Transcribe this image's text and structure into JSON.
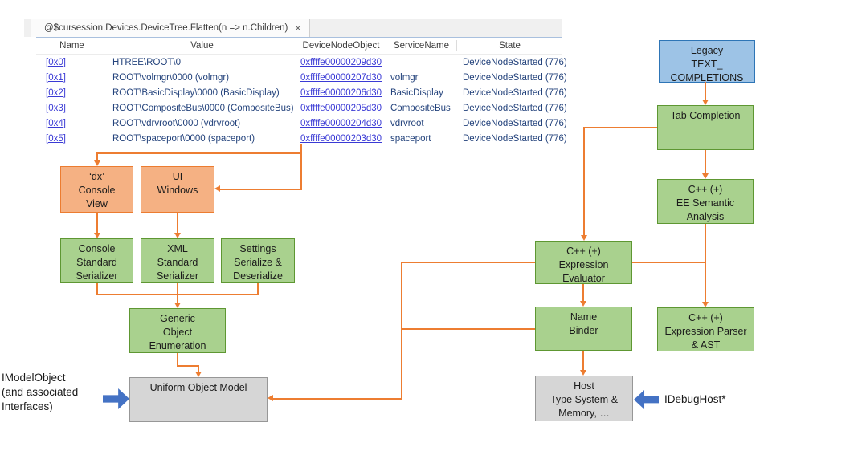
{
  "tab": {
    "title": "@$cursession.Devices.DeviceTree.Flatten(n => n.Children)",
    "close": "×"
  },
  "table": {
    "columns": [
      "Name",
      "Value",
      "DeviceNodeObject",
      "ServiceName",
      "State"
    ],
    "rows": [
      {
        "name": "[0x0]",
        "value": "HTREE\\ROOT\\0",
        "object": "0xffffe00000209d30",
        "service": "",
        "state": "DeviceNodeStarted (776)"
      },
      {
        "name": "[0x1]",
        "value": "ROOT\\volmgr\\0000 (volmgr)",
        "object": "0xffffe00000207d30",
        "service": "volmgr",
        "state": "DeviceNodeStarted (776)"
      },
      {
        "name": "[0x2]",
        "value": "ROOT\\BasicDisplay\\0000 (BasicDisplay)",
        "object": "0xffffe00000206d30",
        "service": "BasicDisplay",
        "state": "DeviceNodeStarted (776)"
      },
      {
        "name": "[0x3]",
        "value": "ROOT\\CompositeBus\\0000 (CompositeBus)",
        "object": "0xffffe00000205d30",
        "service": "CompositeBus",
        "state": "DeviceNodeStarted (776)"
      },
      {
        "name": "[0x4]",
        "value": "ROOT\\vdrvroot\\0000 (vdrvroot)",
        "object": "0xffffe00000204d30",
        "service": "vdrvroot",
        "state": "DeviceNodeStarted (776)"
      },
      {
        "name": "[0x5]",
        "value": "ROOT\\spaceport\\0000 (spaceport)",
        "object": "0xffffe00000203d30",
        "service": "spaceport",
        "state": "DeviceNodeStarted (776)"
      }
    ]
  },
  "diagram": {
    "boxes": {
      "legacy": {
        "label": "Legacy\nTEXT_\nCOMPLETIONS"
      },
      "tab_completion": {
        "label": "Tab Completion"
      },
      "ee_semantic": {
        "label": "C++ (+)\nEE Semantic\nAnalysis"
      },
      "expression_parser": {
        "label": "C++ (+)\nExpression Parser\n& AST"
      },
      "expression_evaluator": {
        "label": "C++ (+)\nExpression\nEvaluator"
      },
      "name_binder": {
        "label": "Name\nBinder"
      },
      "host": {
        "label": "Host\nType System &\nMemory, …"
      },
      "dx_console_view": {
        "label": "‘dx’\nConsole\nView"
      },
      "ui_windows": {
        "label": "UI\nWindows"
      },
      "console_serializer": {
        "label": "Console\nStandard\nSerializer"
      },
      "xml_serializer": {
        "label": "XML\nStandard\nSerializer"
      },
      "settings_serializer": {
        "label": "Settings\nSerialize &\nDeserialize"
      },
      "generic_enumeration": {
        "label": "Generic\nObject\nEnumeration"
      },
      "uniform_object_model": {
        "label": "Uniform Object Model"
      }
    },
    "labels": {
      "imodelobject": "IModelObject\n(and associated\nInterfaces)",
      "idebughost": "IDebugHost*"
    },
    "colors": {
      "connector_orange": "#ED7D31",
      "orange_fill": "#F5B183",
      "orange_border": "#EC7C30",
      "green_fill": "#A9D18E",
      "green_border": "#5E9732",
      "blue_fill": "#9DC3E6",
      "blue_border": "#2E75B6",
      "gray_fill": "#D6D6D6",
      "gray_border": "#979797",
      "fat_arrow_blue": "#4472C4",
      "link_blue": "#3A3AD5",
      "value_navy": "#24437C"
    }
  }
}
